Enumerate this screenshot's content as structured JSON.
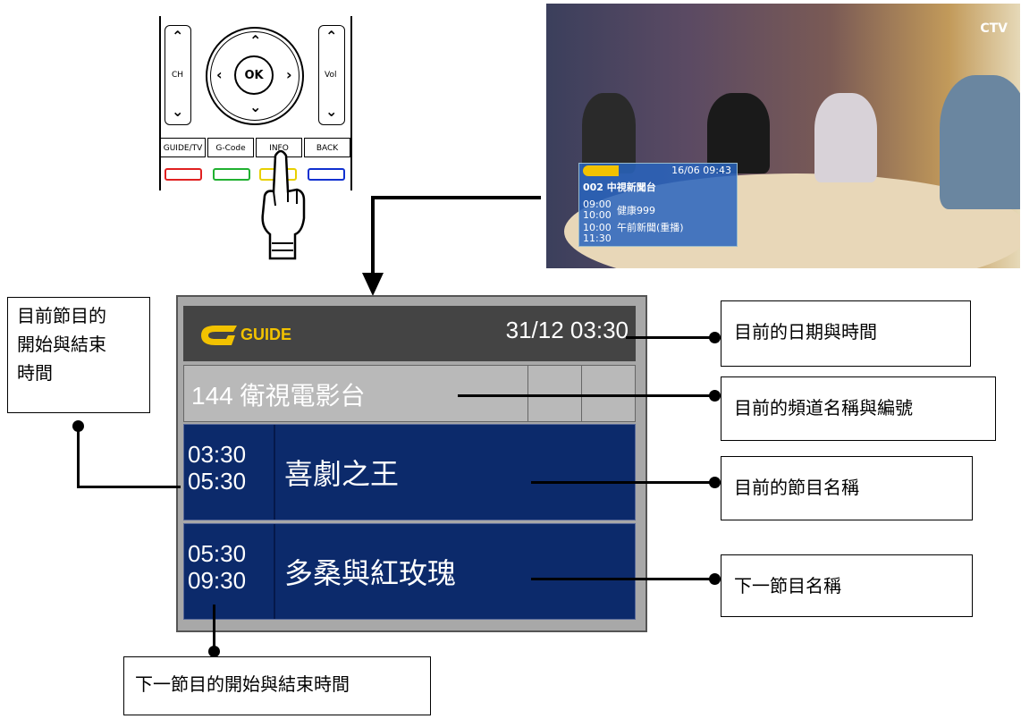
{
  "remote": {
    "ch_label": "CH",
    "vol_label": "Vol",
    "ok_label": "OK",
    "keys": [
      "GUIDE/TV",
      "G-Code",
      "INFO",
      "BACK"
    ]
  },
  "tv": {
    "logo": "CTV",
    "osd_date": "16/06 09:43",
    "osd_channel": "002 中視新聞台",
    "osd_row1_time": "09:00 10:00",
    "osd_row1_title": "健康999",
    "osd_row2_time": "10:00 11:30",
    "osd_row2_title": "午前新聞(重播)"
  },
  "guide": {
    "logo_text": "GUIDE",
    "datetime": "31/12  03:30",
    "channel": "144 衛視電影台",
    "current": {
      "start": "03:30",
      "end": "05:30",
      "title": "喜劇之王"
    },
    "next": {
      "start": "05:30",
      "end": "09:30",
      "title": "多桑與紅玫瑰"
    }
  },
  "callouts": {
    "current_times": "目前節目的開始與結束時間",
    "current_times_lines": [
      "目前節目的",
      "開始與結束",
      "時間"
    ],
    "datetime": "目前的日期與時間",
    "channel": "目前的頻道名稱與編號",
    "current_title": "目前的節目名稱",
    "next_title": "下一節目名稱",
    "next_times": "下一節目的開始與結束時間"
  },
  "colors": {
    "guide_program_bg": "#0c2a6b",
    "guide_header_bg": "#444444",
    "logo_yellow": "#f2c200",
    "red_key": "#e02020",
    "green_key": "#20b030",
    "yellow_key": "#e8d000",
    "blue_key": "#1030d0"
  }
}
